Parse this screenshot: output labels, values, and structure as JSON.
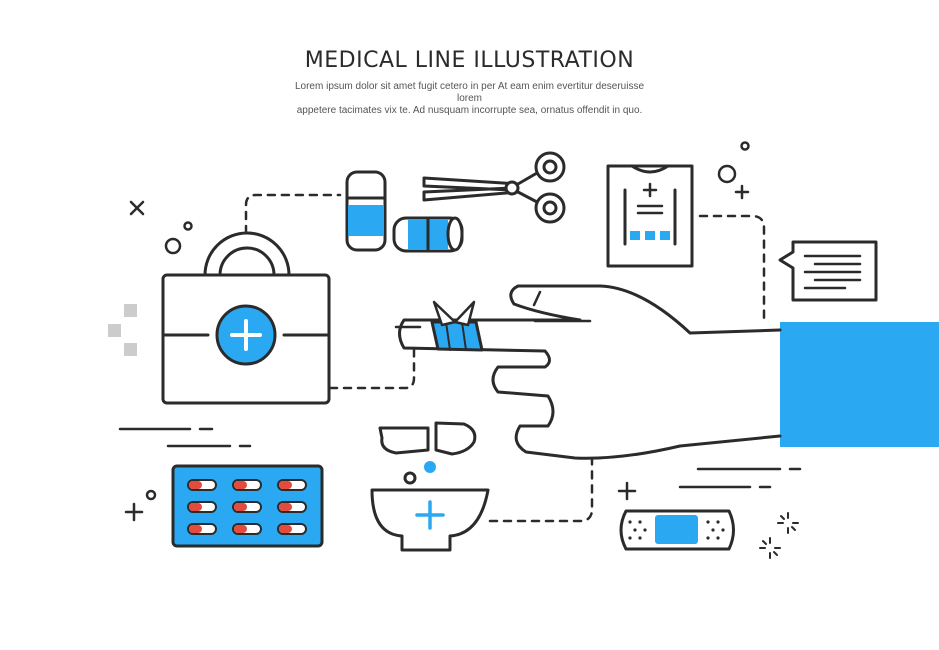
{
  "header": {
    "title": "MEDICAL LINE ILLUSTRATION",
    "subtitle_line1": "Lorem ipsum dolor sit amet fugit cetero in per At eam enim evertitur deseruisse lorem",
    "subtitle_line2": "appetere tacimates vix te. Ad nusquam incorrupte sea, ornatus offendit in quo."
  },
  "colors": {
    "outline": "#2b2b2b",
    "accent_blue": "#2aa9f2",
    "pill_red": "#e24b3d",
    "square_gray": "#cccccc",
    "background": "#ffffff"
  },
  "icons": [
    "first-aid-kit-icon",
    "pill-bottles-icon",
    "scissors-icon",
    "prescription-clipboard-icon",
    "chat-bubble-icon",
    "bandaged-finger-hand-icon",
    "pill-blister-pack-icon",
    "mortar-bowl-icon",
    "adhesive-bandage-icon"
  ]
}
